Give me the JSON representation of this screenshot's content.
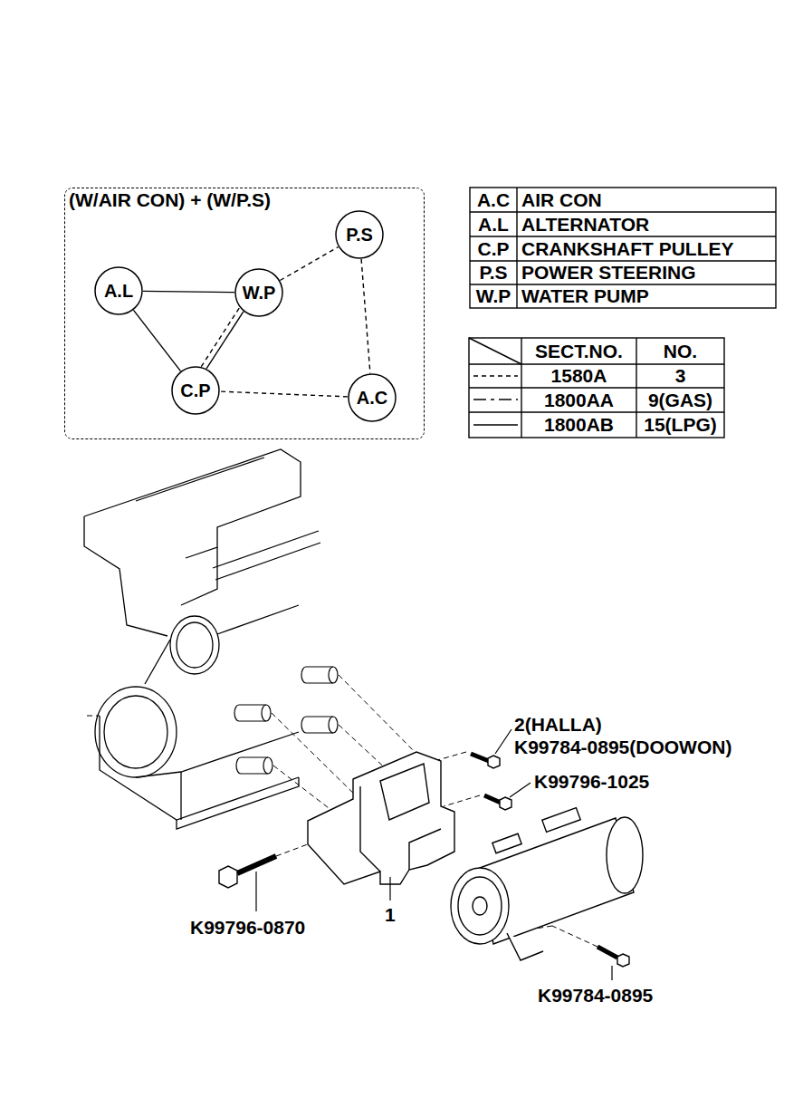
{
  "diagram": {
    "nodes": [
      {
        "text": [
          "(W/AIR CON) + (W/P.S)"
        ]
      },
      {
        "text": [
          "P.S"
        ],
        "in": 0
      },
      {
        "text": [
          "A.L"
        ],
        "in": 0
      },
      {
        "text": [
          "W.P"
        ],
        "in": 0
      },
      {
        "text": [
          "C.P"
        ],
        "in": 0
      },
      {
        "text": [
          "A.C"
        ],
        "in": 0
      }
    ],
    "edges": [
      {
        "from": 2,
        "to": 3,
        "arrow": "none"
      },
      {
        "from": 2,
        "to": 4,
        "arrow": "none"
      },
      {
        "from": 3,
        "to": 4,
        "arrow": "none"
      },
      {
        "from": 3,
        "to": 1,
        "arrow": "none"
      },
      {
        "from": 1,
        "to": 5,
        "arrow": "none"
      },
      {
        "from": 5,
        "to": 4,
        "arrow": "none"
      },
      {
        "from": 4,
        "to": 3,
        "arrow": "none"
      }
    ],
    "labels": [
      "A.C",
      "AIR CON",
      "A.L",
      "ALTERNATOR",
      "C.P",
      "CRANKSHAFT PULLEY",
      "P.S",
      "POWER STEERING",
      "W.P",
      "WATER PUMP",
      "SECT.NO.",
      "NO.",
      "1580A",
      "3",
      "1800AA",
      "9(GAS)",
      "1800AB",
      "15(LPG)",
      "2(HALLA)",
      "K99784-0895(DOOWON)",
      "K99796-1025",
      "1",
      "K99796-0870",
      "K99784-0895"
    ]
  }
}
